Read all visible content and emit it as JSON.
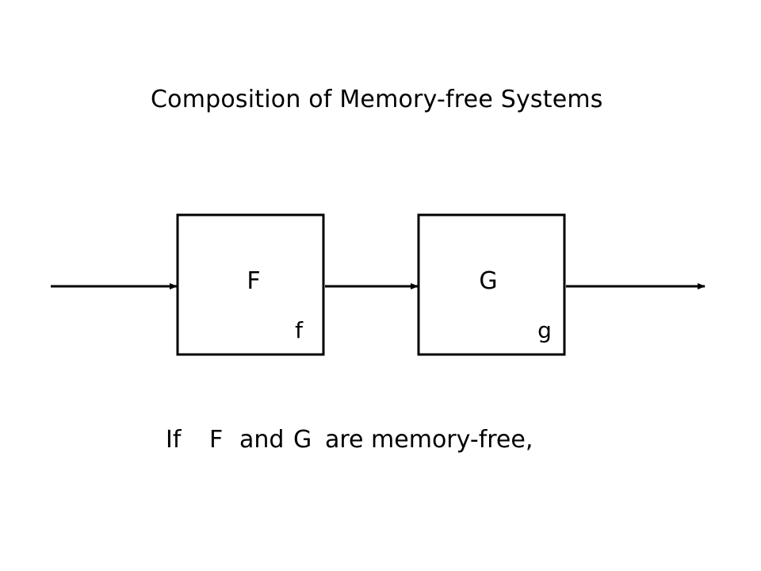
{
  "title": "Composition of Memory-free Systems",
  "blocks": [
    {
      "name": "F",
      "function": "f"
    },
    {
      "name": "G",
      "function": "g"
    }
  ],
  "caption": {
    "word_if": "If",
    "word_f": "F",
    "word_and": "and",
    "word_g": "G",
    "word_rest": "are memory-free,"
  },
  "colors": {
    "stroke": "#000000",
    "background": "#ffffff"
  }
}
